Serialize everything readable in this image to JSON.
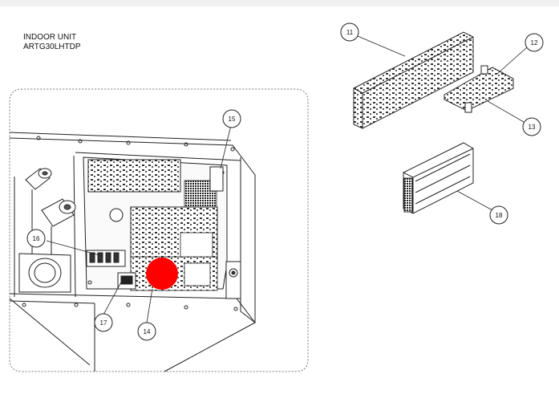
{
  "title": {
    "line1": "INDOOR UNIT",
    "line2": "ARTG30LHTDP"
  },
  "callouts": [
    {
      "id": "11",
      "label": "11"
    },
    {
      "id": "12",
      "label": "12"
    },
    {
      "id": "13",
      "label": "13"
    },
    {
      "id": "14",
      "label": "14"
    },
    {
      "id": "15",
      "label": "15"
    },
    {
      "id": "16",
      "label": "16"
    },
    {
      "id": "17",
      "label": "17"
    },
    {
      "id": "18",
      "label": "18"
    }
  ],
  "colors": {
    "marker": "#ff0000",
    "line": "#222222",
    "board": "#3a3a3a"
  }
}
